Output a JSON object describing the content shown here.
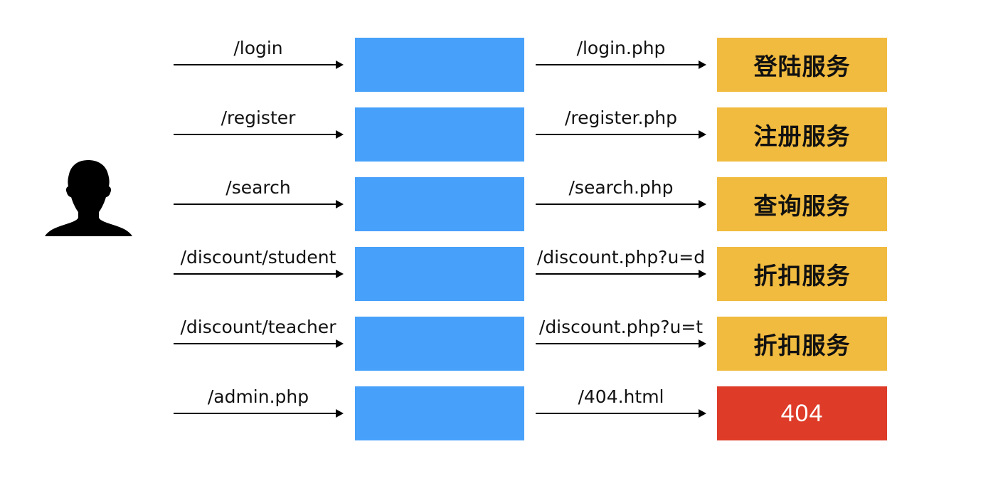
{
  "colors": {
    "proxy": "#47a1fb",
    "service": "#f1bb3f",
    "error": "#de3b28",
    "user": "#000000"
  },
  "user": {
    "icon": "user-silhouette-icon"
  },
  "routes": [
    {
      "request": "/login",
      "rewrite": "/login.php",
      "service": "登陆服务",
      "status": "service"
    },
    {
      "request": "/register",
      "rewrite": "/register.php",
      "service": "注册服务",
      "status": "service"
    },
    {
      "request": "/search",
      "rewrite": "/search.php",
      "service": "查询服务",
      "status": "service"
    },
    {
      "request": "/discount/student",
      "rewrite": "/discount.php?u=d",
      "service": "折扣服务",
      "status": "service"
    },
    {
      "request": "/discount/teacher",
      "rewrite": "/discount.php?u=t",
      "service": "折扣服务",
      "status": "service"
    },
    {
      "request": "/admin.php",
      "rewrite": "/404.html",
      "service": "404",
      "status": "error"
    }
  ]
}
